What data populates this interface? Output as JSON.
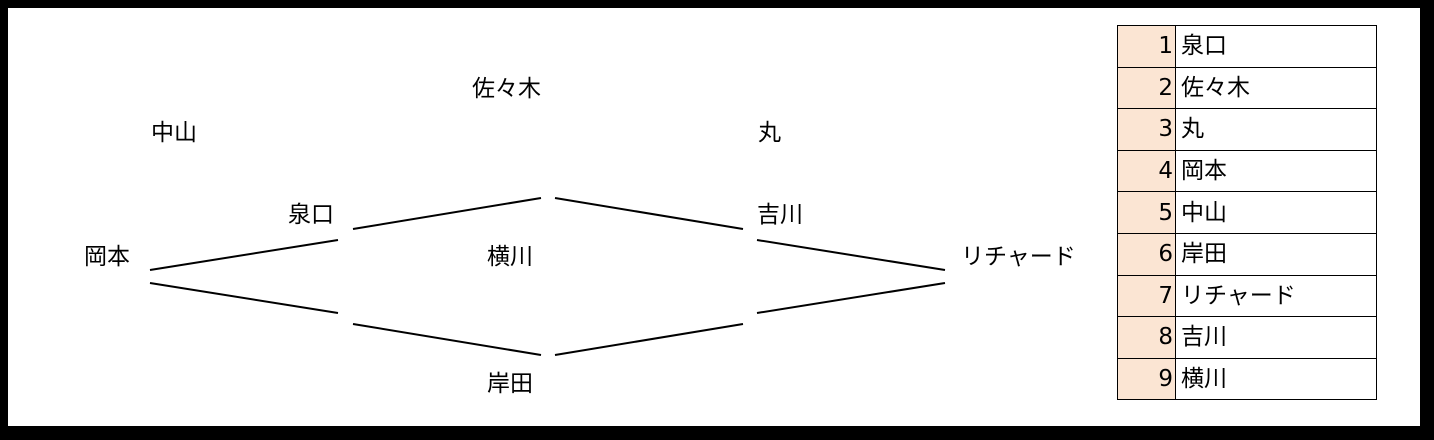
{
  "diagram": {
    "nodes": [
      {
        "id": "okamoto",
        "label": "岡本"
      },
      {
        "id": "nakayama",
        "label": "中山"
      },
      {
        "id": "izumiguchi",
        "label": "泉口"
      },
      {
        "id": "sasaki",
        "label": "佐々木"
      },
      {
        "id": "yokokawa",
        "label": "横川"
      },
      {
        "id": "kishida",
        "label": "岸田"
      },
      {
        "id": "maru",
        "label": "丸"
      },
      {
        "id": "yoshikawa",
        "label": "吉川"
      },
      {
        "id": "richard",
        "label": "リチャード"
      }
    ],
    "edges": [
      {
        "from": "okamoto",
        "to": "izumiguchi"
      },
      {
        "from": "okamoto",
        "to": "izumiguchi-lower"
      },
      {
        "from": "izumiguchi",
        "to": "sasaki"
      },
      {
        "from": "izumiguchi-lower",
        "to": "kishida"
      },
      {
        "from": "sasaki",
        "to": "yoshikawa"
      },
      {
        "from": "kishida",
        "to": "yoshikawa-lower"
      },
      {
        "from": "yoshikawa",
        "to": "richard"
      },
      {
        "from": "yoshikawa-lower",
        "to": "richard"
      }
    ]
  },
  "roster": [
    {
      "num": "1",
      "name": "泉口"
    },
    {
      "num": "2",
      "name": "佐々木"
    },
    {
      "num": "3",
      "name": "丸"
    },
    {
      "num": "4",
      "name": "岡本"
    },
    {
      "num": "5",
      "name": "中山"
    },
    {
      "num": "6",
      "name": "岸田"
    },
    {
      "num": "7",
      "name": "リチャード"
    },
    {
      "num": "8",
      "name": "吉川"
    },
    {
      "num": "9",
      "name": "横川"
    }
  ]
}
